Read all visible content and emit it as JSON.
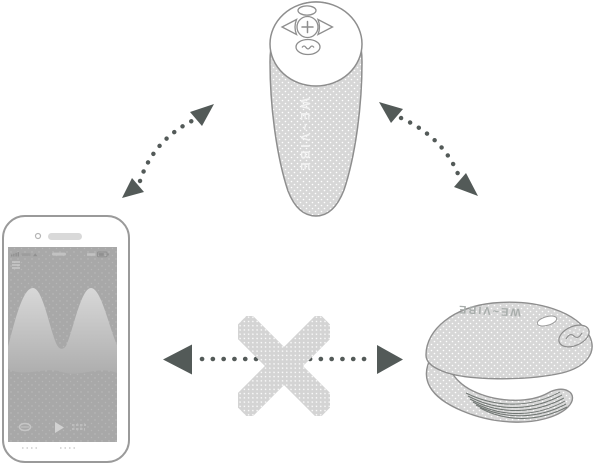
{
  "diagram": {
    "remote": {
      "brand": "WE~VIBE",
      "buttons": {
        "top": "power-button-icon",
        "left": "left-arrow-button-icon",
        "center": "plus-button-icon",
        "right": "right-arrow-button-icon",
        "bottom": "wave-button-icon"
      }
    },
    "phone": {
      "status_icons": [
        "signal-icon",
        "carrier-text-blur",
        "clock-text-blur",
        "battery-icon"
      ],
      "menu_icon": "hamburger-menu-icon",
      "screen_graphic": "double-wave-visualization",
      "player_icons": [
        "loop-icon",
        "play-icon",
        "playlist-icon"
      ]
    },
    "wearable": {
      "brand": "WE~VIBE",
      "features": [
        "led-indicator",
        "wave-button-icon",
        "flex-lines"
      ]
    },
    "connections": {
      "phone_remote": "bidirectional-dotted-arrow",
      "remote_wearable": "bidirectional-dotted-arrow",
      "phone_wearable": "blocked-dotted-arrow-with-cross"
    },
    "colors": {
      "device_fill": "#d7d7d7",
      "device_outline": "#8e8e8e",
      "arrow": "#535a58",
      "cross": "#d4d4d4",
      "screen_bg": "#a8a8a8",
      "screen_wave": "#cdcdcd"
    }
  }
}
